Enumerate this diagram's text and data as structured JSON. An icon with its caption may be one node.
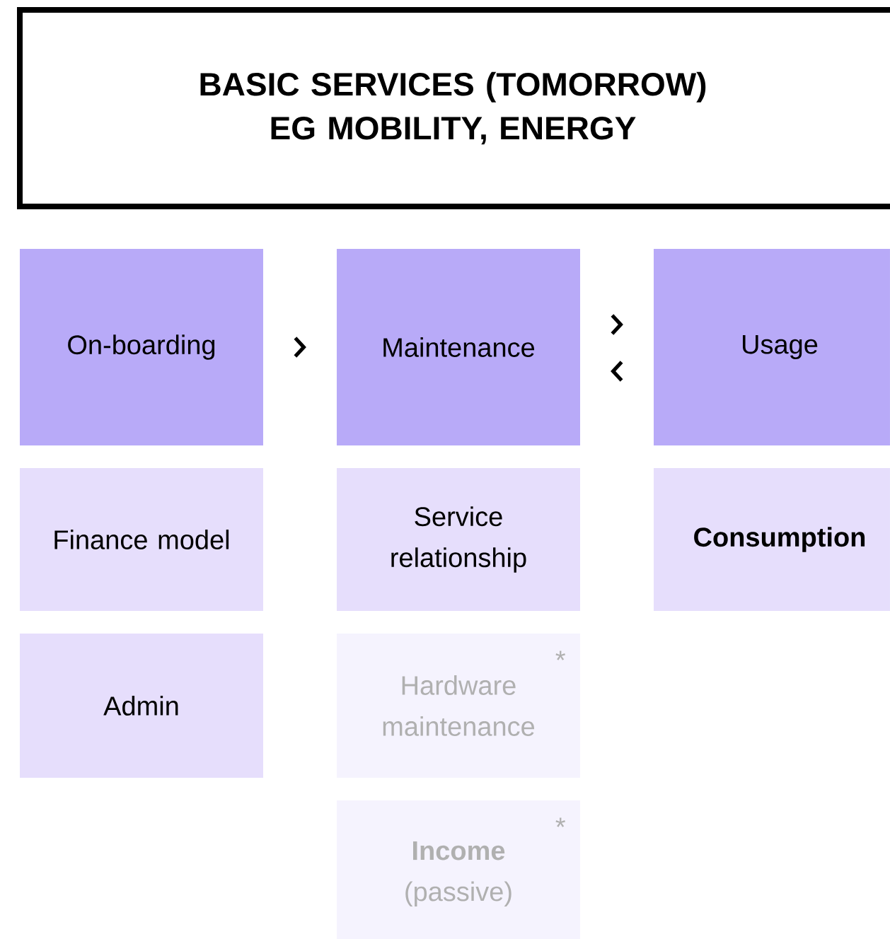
{
  "diagram": {
    "nodes": [
      {
        "text": [
          "BASIC SERVICES (TOMORROW)",
          "EG MOBILITY, ENERGY"
        ]
      },
      {
        "text": [
          "On-boarding"
        ]
      },
      {
        "text": [
          "Maintenance"
        ]
      },
      {
        "text": [
          "Usage"
        ]
      },
      {
        "text": [
          "Finance model"
        ]
      },
      {
        "text": [
          "Service relationship"
        ]
      },
      {
        "text": [
          "Consumption"
        ]
      },
      {
        "text": [
          "Admin"
        ]
      },
      {
        "text": [
          "Hardware maintenance",
          "*"
        ]
      },
      {
        "text": [
          "**Income** (passive)",
          "*"
        ]
      }
    ],
    "edges": [
      {
        "from": 1,
        "to": 2,
        "arrow": "to"
      },
      {
        "from": 2,
        "to": 3,
        "arrow": "to"
      },
      {
        "from": 3,
        "to": 2,
        "arrow": "to"
      }
    ]
  }
}
